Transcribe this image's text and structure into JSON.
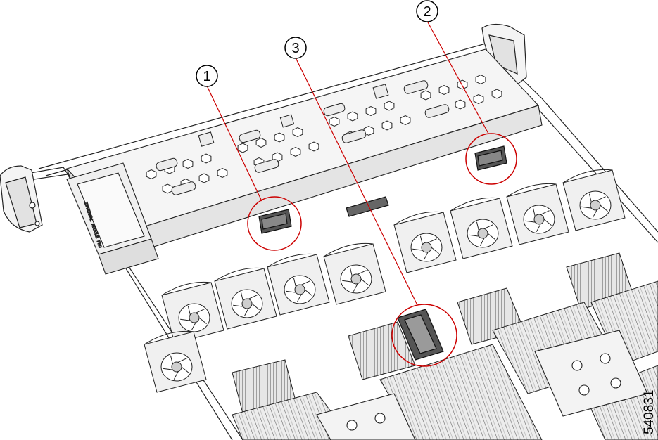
{
  "diagram": {
    "callouts": [
      {
        "number": "1"
      },
      {
        "number": "2"
      },
      {
        "number": "3"
      }
    ],
    "figure_id": "540831",
    "chassis_label": "INTERNAL MODULE FRU",
    "colors": {
      "line": "#222222",
      "callout_circle": "#cc0000",
      "callout_leader": "#cc0000",
      "metal_light": "#f2f2f2",
      "metal_mid": "#d6d6d6",
      "metal_dark": "#8c8c8c"
    }
  }
}
